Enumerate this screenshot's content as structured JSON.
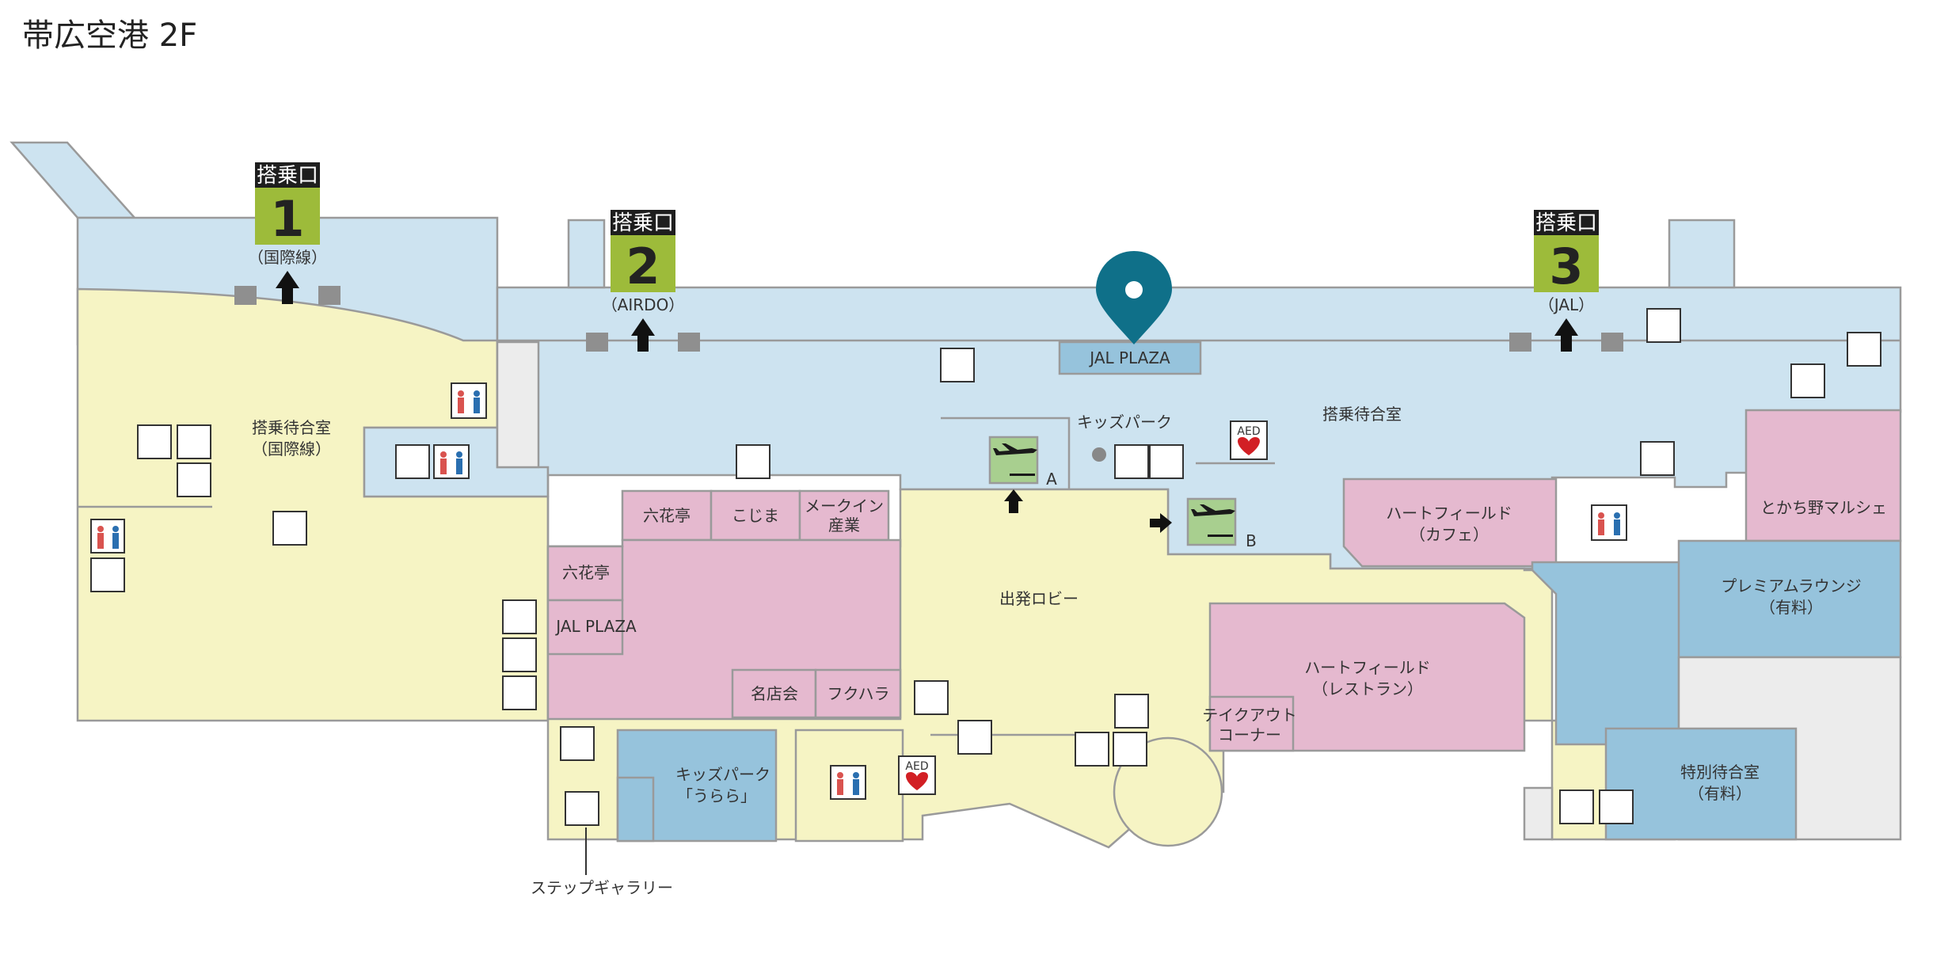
{
  "title": "帯広空港 2F",
  "colors": {
    "blue_area": "#cde3f0",
    "yellow_area": "#f6f4c4",
    "pink_area": "#e5b9cf",
    "dark_blue_area": "#96c3dc",
    "grey_area": "#ececec",
    "gate_green": "#9dbb3a",
    "gate_black": "#1e1e1e",
    "pin": "#0f7089",
    "wall": "#9a9a9a"
  },
  "gates": [
    {
      "top": "搭乗口",
      "number": "1",
      "sub": "（国際線）"
    },
    {
      "top": "搭乗口",
      "number": "2",
      "sub": "（AIRDO）"
    },
    {
      "top": "搭乗口",
      "number": "3",
      "sub": "（JAL）"
    }
  ],
  "labels": {
    "jal_plaza_top": "JAL PLAZA",
    "intl_wait_1": "搭乗待合室",
    "intl_wait_2": "（国際線）",
    "kids_park": "キッズパーク",
    "boarding_wait": "搭乗待合室",
    "rokkatei_1": "六花亭",
    "kojima": "こじま",
    "make_in_1": "メークイン",
    "make_in_2": "産業",
    "rokkatei_2": "六花亭",
    "jal_plaza_2": "JAL PLAZA",
    "meitenkai": "名店会",
    "fukuhara": "フクハラ",
    "departure_lobby": "出発ロビー",
    "heartfield_cafe_1": "ハートフィールド",
    "heartfield_cafe_2": "（カフェ）",
    "heartfield_rest_1": "ハートフィールド",
    "heartfield_rest_2": "（レストラン）",
    "takeout_1": "テイクアウト",
    "takeout_2": "コーナー",
    "tokachi": "とかち野マルシェ",
    "premium_1": "プレミアムラウンジ",
    "premium_2": "（有料）",
    "special_1": "特別待合室",
    "special_2": "（有料）",
    "kids_urara_1": "キッズパーク",
    "kids_urara_2": "「うらら」",
    "step_gallery": "ステップギャラリー",
    "gate_a": "A",
    "gate_b": "B",
    "aed": "AED"
  }
}
